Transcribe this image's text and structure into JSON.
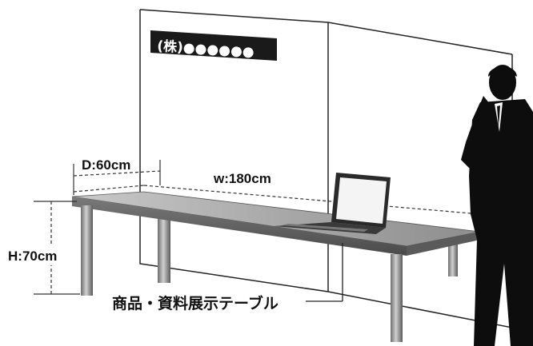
{
  "sign": {
    "label": "(株)●●●●●●"
  },
  "dimensions": {
    "depth": "D:60cm",
    "width": "w:180cm",
    "height": "H:70cm"
  },
  "caption": "商品・資料展示テーブル",
  "icons": [
    "laptop",
    "businessman-on-phone",
    "exhibit-table",
    "backdrop-panel"
  ]
}
